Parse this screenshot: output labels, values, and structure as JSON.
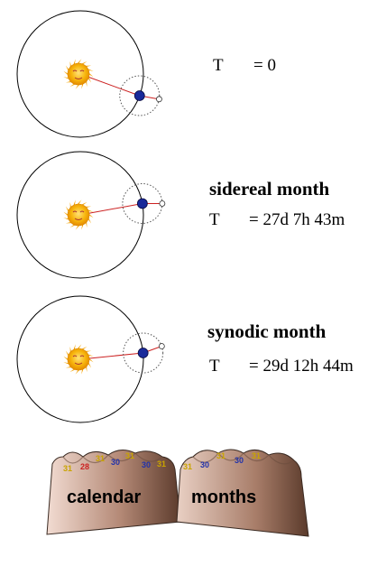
{
  "panels": [
    {
      "heading": "",
      "t_symbol": "T",
      "t_value": "= 0",
      "moon_angle_deg": 10
    },
    {
      "heading": "sidereal month",
      "t_symbol": "T",
      "t_value": "= 27d 7h 43m",
      "moon_angle_deg": 0
    },
    {
      "heading": "synodic month",
      "t_symbol": "T",
      "t_value": "= 29d 12h 44m",
      "moon_angle_deg": -20
    }
  ],
  "calendar": {
    "left_label": "calendar",
    "right_label": "months",
    "left_days": [
      "31",
      "28",
      "31",
      "30",
      "31",
      "30",
      "31"
    ],
    "right_days": [
      "31",
      "30",
      "31",
      "30",
      "31"
    ]
  },
  "colors": {
    "orbit": "#000000",
    "moon_orbit": "#555555",
    "earth": "#1a2a9a",
    "sun_line": "#cc2222",
    "sun": "#f5b20a",
    "knuckle_light": "#e6c9bb",
    "knuckle_dark": "#6e4b3a",
    "day_yellow": "#c9a400",
    "day_red": "#cc2222",
    "day_blue": "#2233aa"
  }
}
